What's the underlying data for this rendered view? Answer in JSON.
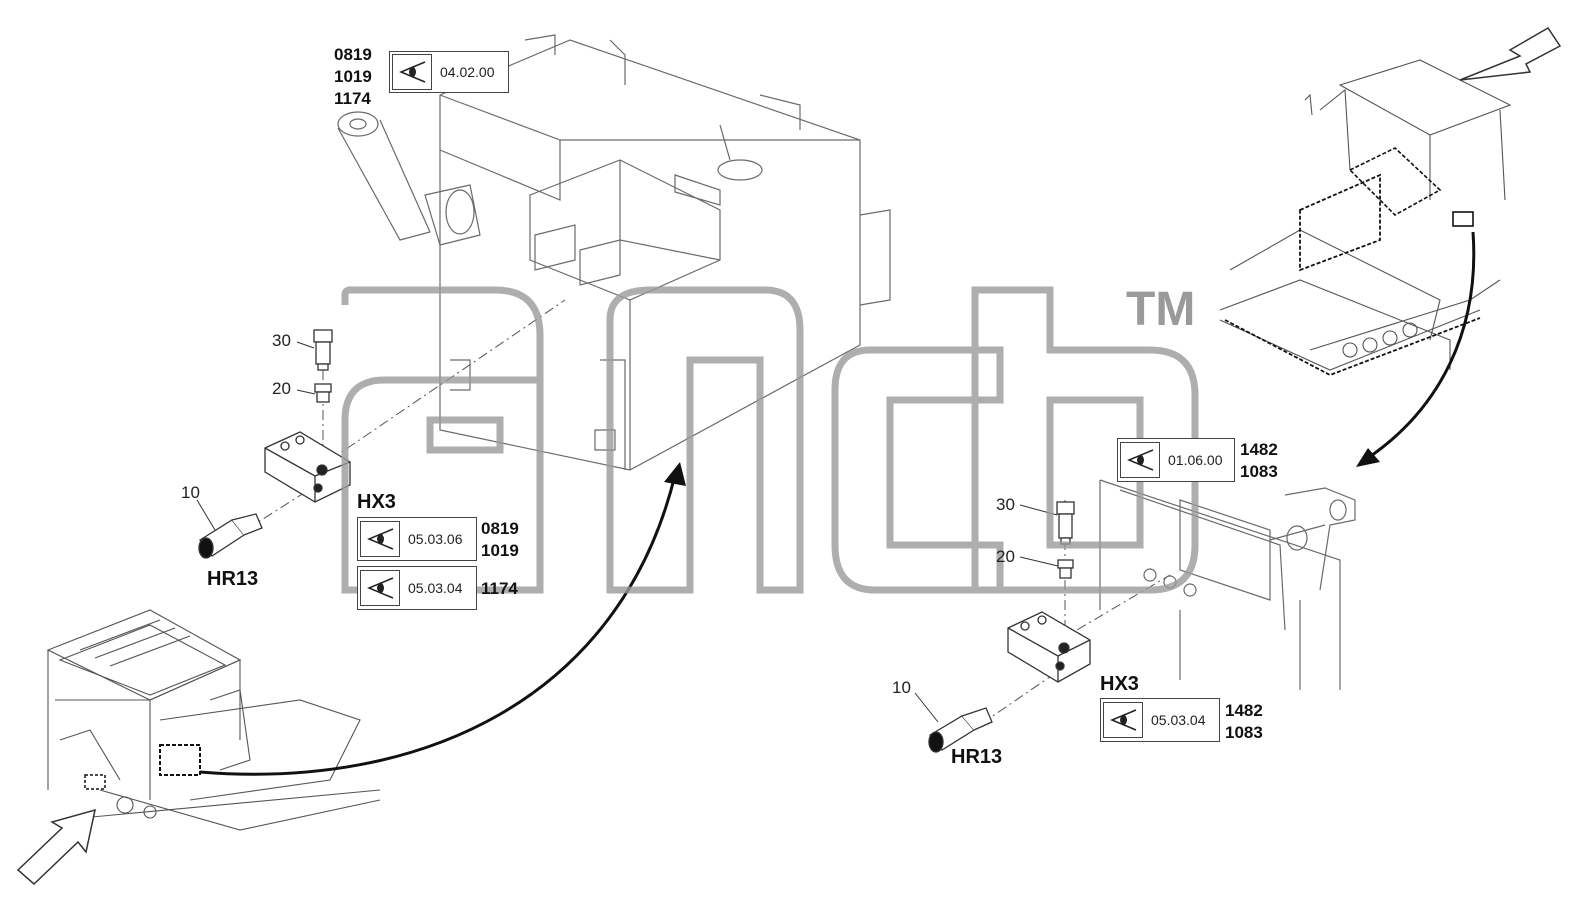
{
  "watermark": {
    "tm": "TM"
  },
  "top_left_block": {
    "codes": [
      "0819",
      "1019",
      "1174"
    ],
    "ref": "04.02.00"
  },
  "left_assembly": {
    "items": [
      {
        "num": "30"
      },
      {
        "num": "20"
      },
      {
        "num": "10"
      }
    ],
    "connector_label": "HX3",
    "sensor_label": "HR13",
    "refs": [
      {
        "ref": "05.03.06",
        "codes": [
          "0819",
          "1019"
        ]
      },
      {
        "ref": "05.03.04",
        "codes": [
          "1174"
        ]
      }
    ]
  },
  "right_assembly": {
    "top_ref": {
      "ref": "01.06.00",
      "codes": [
        "1482",
        "1083"
      ]
    },
    "items": [
      {
        "num": "30"
      },
      {
        "num": "20"
      },
      {
        "num": "10"
      }
    ],
    "connector_label": "HX3",
    "sensor_label": "HR13",
    "ref": {
      "ref": "05.03.04",
      "codes": [
        "1482",
        "1083"
      ]
    }
  },
  "colors": {
    "line": "#555555",
    "watermark": "#9a9a9a",
    "arrow": "#111111"
  }
}
